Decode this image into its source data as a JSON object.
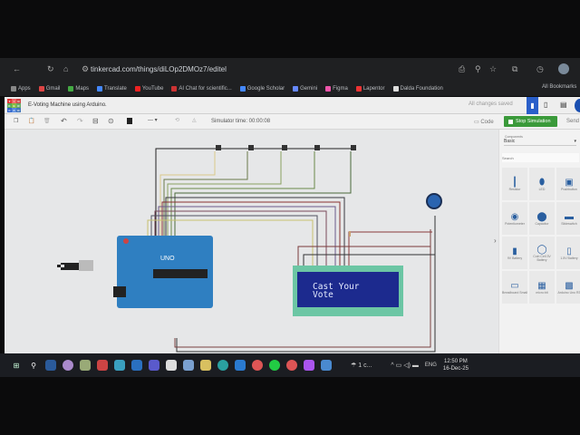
{
  "browser": {
    "url": "tinkercad.com/things/diLOp2DMOz7/editel",
    "bookmarks": [
      {
        "label": "Apps",
        "color": "#888"
      },
      {
        "label": "Gmail",
        "color": "#d44"
      },
      {
        "label": "Maps",
        "color": "#4a4"
      },
      {
        "label": "Translate",
        "color": "#48f"
      },
      {
        "label": "YouTube",
        "color": "#e22"
      },
      {
        "label": "AI Chat for scientific...",
        "color": "#c33"
      },
      {
        "label": "Google Scholar",
        "color": "#48f"
      },
      {
        "label": "Gemini",
        "color": "#68f"
      },
      {
        "label": "Figma",
        "color": "#e5a"
      },
      {
        "label": "Lapentor",
        "color": "#e33"
      },
      {
        "label": "Dalda Foundation",
        "color": "#ddd"
      }
    ],
    "all_bookmarks": "All Bookmarks"
  },
  "tinkercad": {
    "logo": [
      "T",
      "I",
      "N",
      "K",
      "E",
      "R",
      "C",
      "A",
      "D"
    ],
    "project_title": "E-Voting Machine using Arduino.",
    "save_status": "All changes saved",
    "toolbar": {
      "sim_time": "Simulator time: 00:00:08",
      "code": "Code",
      "stop": "Stop Simulation",
      "send": "Send"
    },
    "panel": {
      "components_label": "Components",
      "components_value": "Basic",
      "search_placeholder": "Search",
      "items": [
        "Resistor",
        "LED",
        "Pushbutton",
        "Potentiometer",
        "Capacitor",
        "Slideswitch",
        "9V Battery",
        "Coin Cell 3V Battery",
        "1.5V Battery",
        "Breadboard Small",
        "micro:bit",
        "Arduino Uno R3"
      ]
    },
    "circuit": {
      "lcd_line1": "Cast Your",
      "lcd_line2": "Vote",
      "board_label": "UNO"
    }
  },
  "taskbar": {
    "weather": "1 c...",
    "lang": "ENG",
    "time": "12:50 PM",
    "date": "16-Dec-25"
  }
}
